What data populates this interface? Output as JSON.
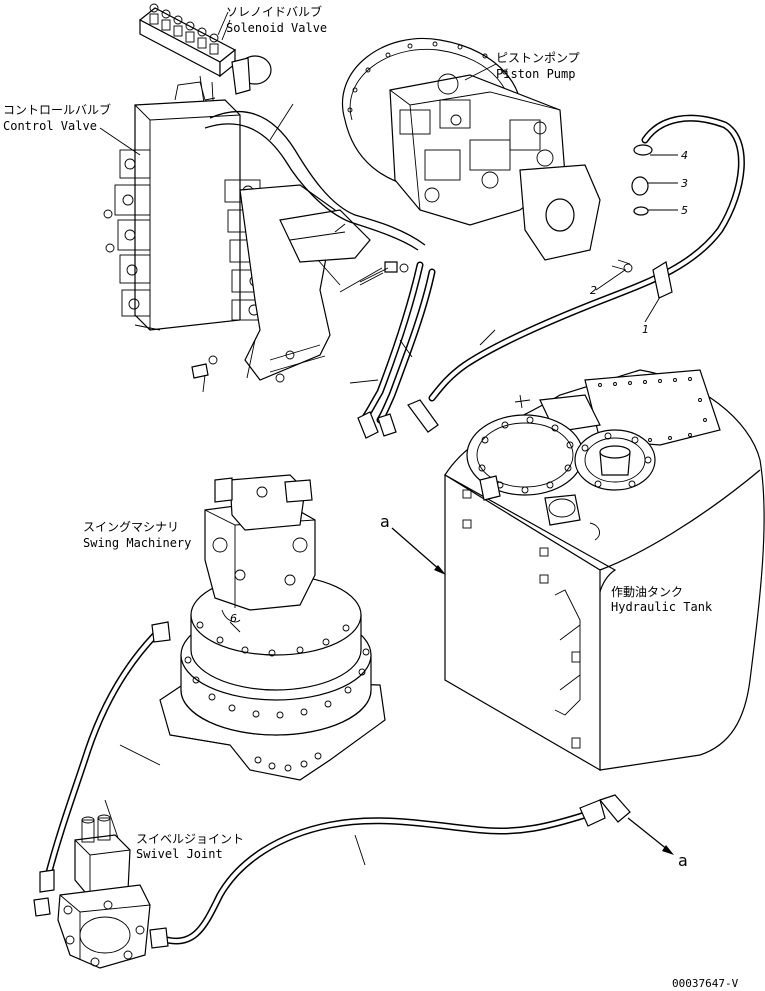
{
  "labels": {
    "solenoid_jp": "ソレノイドバルブ",
    "solenoid_en": "Solenoid Valve",
    "control_jp": "コントロールバルブ",
    "control_en": "Control Valve",
    "pump_jp": "ピストンポンプ",
    "pump_en": "Piston Pump",
    "swing_jp": "スイングマシナリ",
    "swing_en": "Swing Machinery",
    "tank_jp": "作動油タンク",
    "tank_en": "Hydraulic Tank",
    "swivel_jp": "スイベルジョイント",
    "swivel_en": "Swivel Joint"
  },
  "callouts": {
    "n1": "1",
    "n2": "2",
    "n3": "3",
    "n4": "4",
    "n5": "5",
    "n6": "6",
    "a_tank": "a",
    "a_fitting": "a"
  },
  "drawing_code": "00037647-V"
}
